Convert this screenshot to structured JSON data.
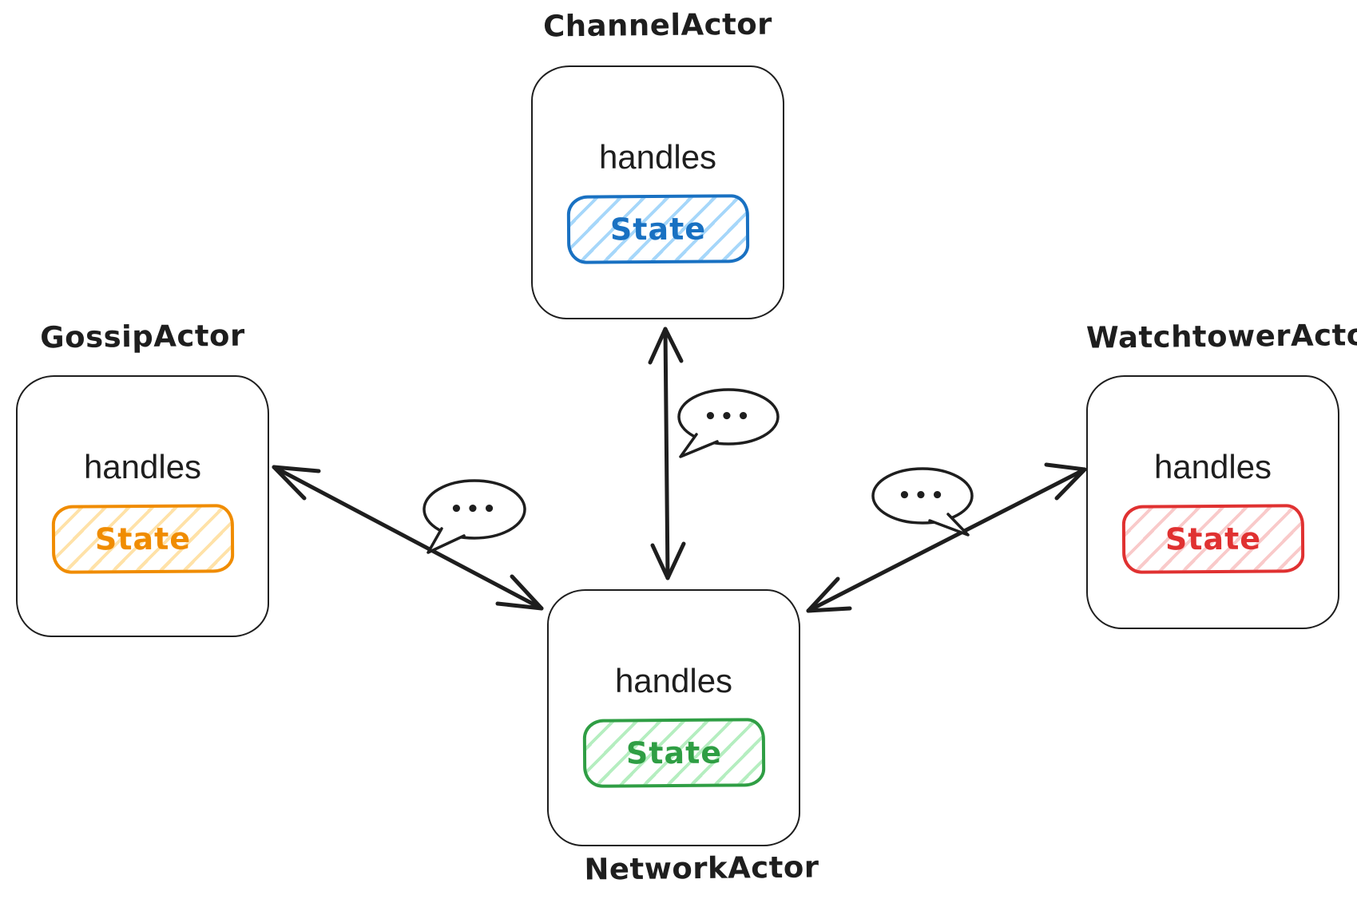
{
  "canvas": {
    "background": "#ffffff",
    "ink": "#1e1e1e"
  },
  "actors": {
    "channel": {
      "title": "ChannelActor",
      "handles": "handles",
      "state": "State",
      "stroke": "#1971c2",
      "hatch": "#a6d7fa"
    },
    "gossip": {
      "title": "GossipActor",
      "handles": "handles",
      "state": "State",
      "stroke": "#f08c00",
      "hatch": "#ffe2a8"
    },
    "watchtower": {
      "title": "WatchtowerActor",
      "handles": "handles",
      "state": "State",
      "stroke": "#e03131",
      "hatch": "#f9caca"
    },
    "network": {
      "title": "NetworkActor",
      "handles": "handles",
      "state": "State",
      "stroke": "#2f9e44",
      "hatch": "#b5eec0"
    }
  },
  "connections": [
    {
      "from": "ChannelActor",
      "to": "NetworkActor",
      "direction": "bidirectional",
      "bubble": "•••"
    },
    {
      "from": "GossipActor",
      "to": "NetworkActor",
      "direction": "bidirectional",
      "bubble": "•••"
    },
    {
      "from": "WatchtowerActor",
      "to": "NetworkActor",
      "direction": "bidirectional",
      "bubble": "•••"
    }
  ]
}
